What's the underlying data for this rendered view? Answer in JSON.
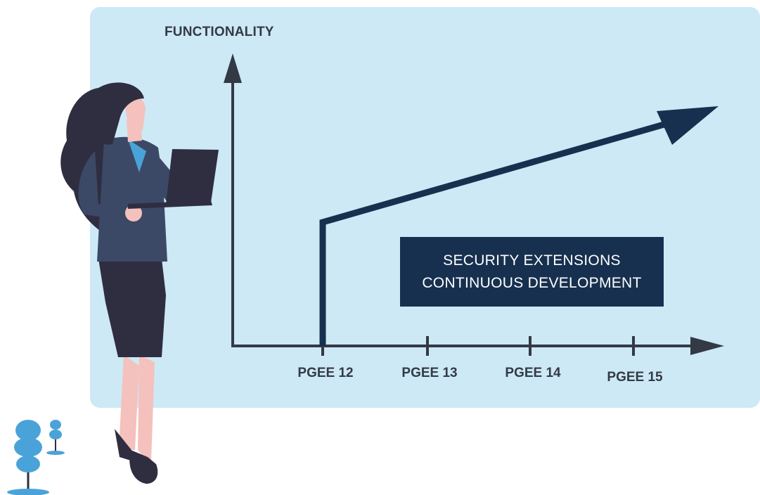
{
  "diagram": {
    "y_axis_title": "FUNCTIONALITY",
    "x_ticks": [
      "PGEE 12",
      "PGEE 13",
      "PGEE 14",
      "PGEE 15"
    ],
    "callout": {
      "line1": "SECURITY EXTENSIONS",
      "line2": "CONTINUOUS DEVELOPMENT"
    }
  },
  "colors": {
    "panel": "#cde9f6",
    "axis": "#333a45",
    "trend": "#17304f",
    "callout_bg": "#17304f",
    "plant": "#4aa3d8"
  }
}
